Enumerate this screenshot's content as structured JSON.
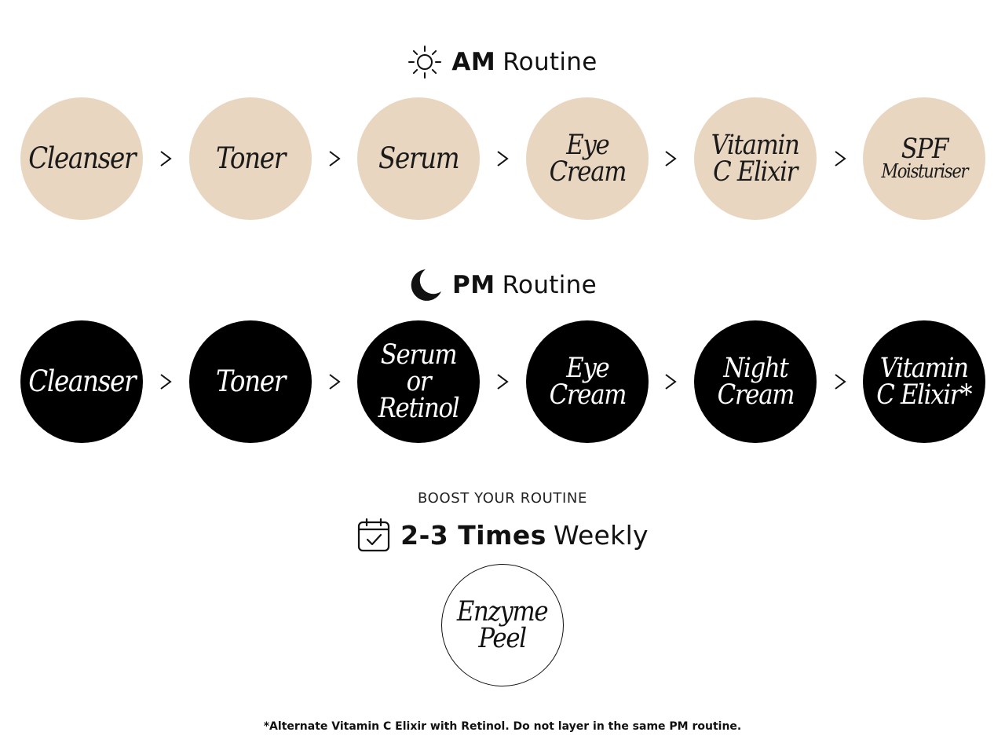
{
  "am": {
    "title_bold": "AM",
    "title_light": "Routine",
    "icon": "sun-icon",
    "steps": [
      {
        "line1": "Cleanser",
        "line2": ""
      },
      {
        "line1": "Toner",
        "line2": ""
      },
      {
        "line1": "Serum",
        "line2": ""
      },
      {
        "line1": "Eye",
        "line2": "Cream"
      },
      {
        "line1": "Vitamin",
        "line2": "C Elixir"
      },
      {
        "line1": "SPF",
        "line2": "Moisturiser"
      }
    ],
    "separator": ">"
  },
  "pm": {
    "title_bold": "PM",
    "title_light": "Routine",
    "icon": "moon-icon",
    "steps": [
      {
        "line1": "Cleanser",
        "line2": ""
      },
      {
        "line1": "Toner",
        "line2": ""
      },
      {
        "line1": "Serum or",
        "line2": "Retinol"
      },
      {
        "line1": "Eye",
        "line2": "Cream"
      },
      {
        "line1": "Night",
        "line2": "Cream"
      },
      {
        "line1": "Vitamin",
        "line2": "C Elixir*"
      }
    ],
    "separator": ">"
  },
  "boost": {
    "label": "BOOST YOUR ROUTINE",
    "frequency_bold": "2-3 Times",
    "frequency_light": "Weekly",
    "icon": "calendar-check-icon",
    "step": {
      "line1": "Enzyme",
      "line2": "Peel"
    }
  },
  "footnote": "*Alternate Vitamin C Elixir with Retinol. Do not layer in the same PM routine.",
  "colors": {
    "am_circle": "#e8d6c1",
    "pm_circle": "#000000",
    "text_dark": "#111111"
  }
}
